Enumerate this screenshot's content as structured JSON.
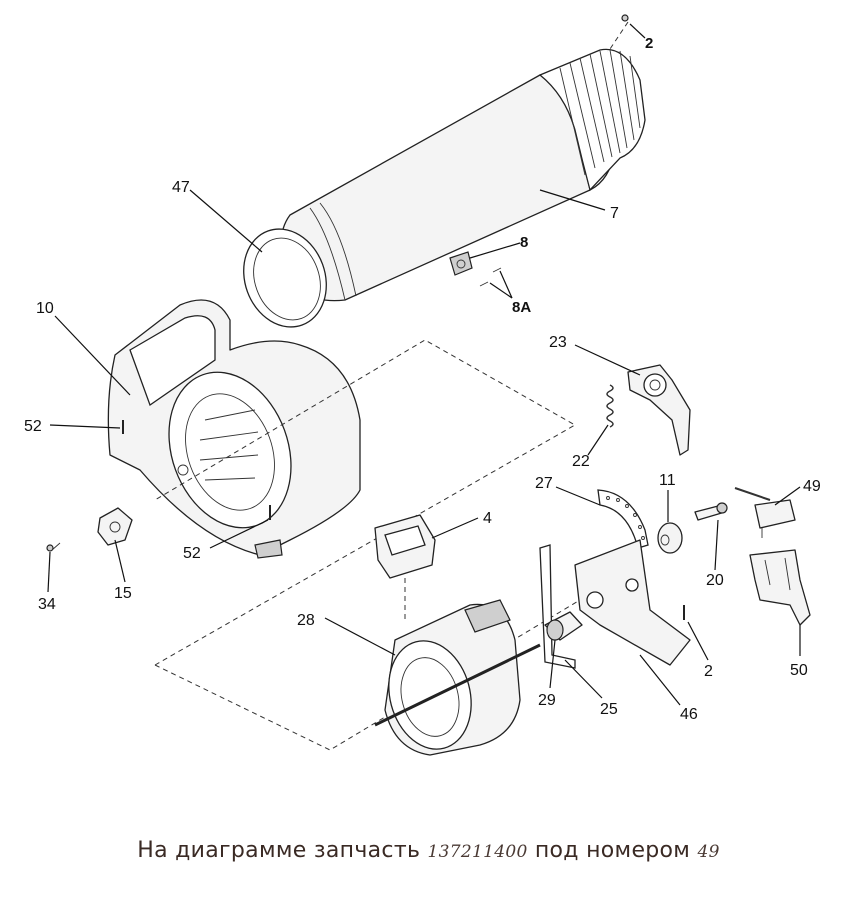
{
  "labels": {
    "p2a": "2",
    "p7": "7",
    "p47": "47",
    "p8": "8",
    "p8a": "8A",
    "p10": "10",
    "p23": "23",
    "p52a": "52",
    "p22": "22",
    "p27": "27",
    "p11": "11",
    "p49": "49",
    "p4": "4",
    "p52b": "52",
    "p34": "34",
    "p15": "15",
    "p20": "20",
    "p28": "28",
    "p50": "50",
    "p2b": "2",
    "p29": "29",
    "p25": "25",
    "p46": "46"
  },
  "caption": {
    "prefix": "На диаграмме запчасть",
    "part_number": "137211400",
    "middle": "под номером",
    "part_index": "49"
  }
}
